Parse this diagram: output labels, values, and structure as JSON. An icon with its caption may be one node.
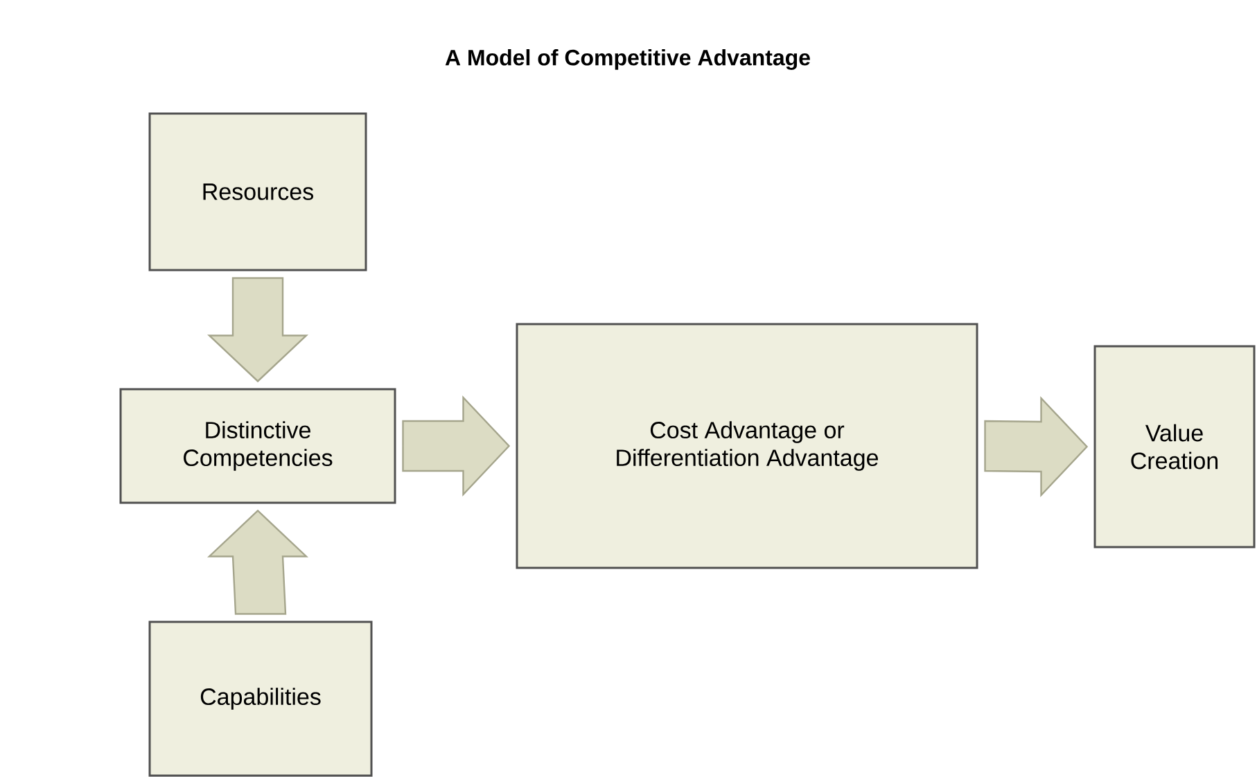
{
  "diagram": {
    "title": "A Model of Competitive Advantage",
    "nodes": [
      {
        "text": [
          "Resources"
        ]
      },
      {
        "text": [
          "Distinctive Competencies"
        ]
      },
      {
        "text": [
          "Cost Advantage or Differentiation Advantage"
        ]
      },
      {
        "text": [
          "Value Creation"
        ]
      },
      {
        "text": [
          "Capabilities"
        ]
      }
    ],
    "edges": [
      {
        "from": 0,
        "to": 1,
        "arrow": "to"
      },
      {
        "from": 4,
        "to": 1,
        "arrow": "to"
      },
      {
        "from": 1,
        "to": 2,
        "arrow": "to"
      },
      {
        "from": 2,
        "to": 3,
        "arrow": "to"
      }
    ]
  }
}
